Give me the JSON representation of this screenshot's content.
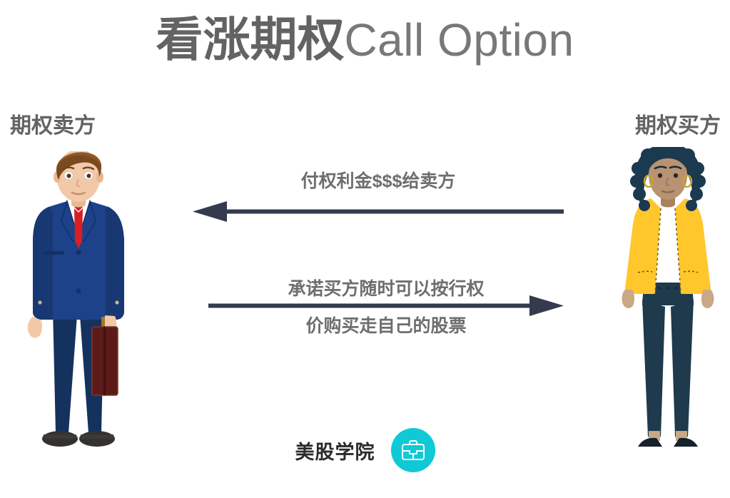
{
  "title": {
    "zh": "看涨期权",
    "en": "Call Option"
  },
  "parties": {
    "seller_label": "期权卖方",
    "buyer_label": "期权买方"
  },
  "flows": [
    {
      "id": "premium",
      "text": "付权利金$$$给卖方",
      "direction": "left"
    },
    {
      "id": "obligation",
      "line1": "承诺买方随时可以按行权",
      "line2": "价购买走自己的股票",
      "direction": "right"
    }
  ],
  "brand": {
    "name": "美股学院",
    "icon": "briefcase-icon"
  },
  "colors": {
    "title_zh": "#636363",
    "title_en": "#787878",
    "label": "#636363",
    "flow_text": "#6e6e6e",
    "arrow": "#343b4e",
    "badge": "#0fc9d6",
    "suit_blue": "#1d4289",
    "suit_blue_dark": "#173872",
    "trousers_navy": "#15325e",
    "tie_red": "#d81f26",
    "briefcase_maroon": "#5c1a18",
    "cardigan_yellow": "#ffc72c",
    "hair_brown": "#7a4a1e",
    "hair_dark": "#1b3a4f",
    "jeans_dark": "#1e3a4c",
    "skin_light": "#f2c9a8",
    "skin_tan": "#b89373"
  },
  "figures": {
    "seller": "businessman-with-briefcase",
    "buyer": "woman-in-yellow-cardigan"
  }
}
